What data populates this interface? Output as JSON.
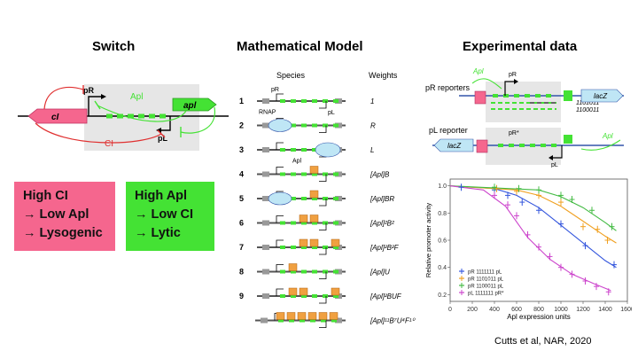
{
  "sections": {
    "switch_title": "Switch",
    "model_title": "Mathematical Model",
    "data_title": "Experimental data"
  },
  "switch_diagram": {
    "gene_ci": "cI",
    "gene_apl": "apl",
    "promoter_pr": "pR",
    "promoter_pl": "pL",
    "label_apl": "Apl",
    "label_ci": "CI"
  },
  "boxes": {
    "high_ci": {
      "lines": [
        "High CI",
        "→ Low Apl",
        "→ Lysogenic"
      ],
      "color": "#f5668e"
    },
    "high_apl": {
      "lines": [
        "High Apl",
        "→ Low CI",
        "→ Lytic"
      ],
      "color": "#44e234"
    }
  },
  "model": {
    "header_species": "Species",
    "header_weights": "Weights",
    "rows": [
      {
        "num": "1",
        "weight": "1",
        "label": "pR",
        "label2": "pL"
      },
      {
        "num": "2",
        "weight": "R",
        "label": "RNAP"
      },
      {
        "num": "3",
        "weight": "L"
      },
      {
        "num": "4",
        "weight": "[Apl]B",
        "label": "Apl"
      },
      {
        "num": "5",
        "weight": "[Apl]BR"
      },
      {
        "num": "6",
        "weight": "[Apl]²B²"
      },
      {
        "num": "7",
        "weight": "[Apl]²B²F"
      },
      {
        "num": "8",
        "weight": "[Apl]U"
      },
      {
        "num": "9",
        "weight": "[Apl]²BUF"
      },
      {
        "num": "",
        "weight": "[Apl]¹¹B⁷U⁴F¹⁰"
      }
    ]
  },
  "reporters": {
    "pr_reporters": "pR reporters",
    "pl_reporter": "pL reporter",
    "apl": "Apl",
    "pr": "pR",
    "pl": "pL",
    "pr_star": "pR*",
    "lacz": "lacZ",
    "seq1": "1101011",
    "seq2": "1100011"
  },
  "chart_data": {
    "type": "line",
    "xlabel": "Apl expression units",
    "ylabel": "Relative promoter activity",
    "xlim": [
      0,
      1600
    ],
    "ylim": [
      0.15,
      1.05
    ],
    "xticks": [
      "0",
      "200",
      "400",
      "600",
      "800",
      "1000",
      "1200",
      "1400",
      "1600"
    ],
    "yticks": [
      "0.2",
      "0.4",
      "0.6",
      "0.8",
      "1.0"
    ],
    "legend_position": "bottom-left",
    "series": [
      {
        "name": "pR 1111111 pL",
        "color": "#3355dd",
        "points": [
          [
            100,
            0.99
          ],
          [
            400,
            0.97
          ],
          [
            520,
            0.93
          ],
          [
            650,
            0.88
          ],
          [
            800,
            0.82
          ],
          [
            1000,
            0.72
          ],
          [
            1220,
            0.56
          ],
          [
            1480,
            0.42
          ]
        ],
        "curve": [
          [
            0,
            1.0
          ],
          [
            400,
            0.98
          ],
          [
            600,
            0.93
          ],
          [
            800,
            0.84
          ],
          [
            1000,
            0.71
          ],
          [
            1200,
            0.58
          ],
          [
            1400,
            0.45
          ],
          [
            1500,
            0.4
          ]
        ]
      },
      {
        "name": "pR 1101011 pL",
        "color": "#f0a020",
        "points": [
          [
            420,
            0.98
          ],
          [
            600,
            0.96
          ],
          [
            800,
            0.93
          ],
          [
            1000,
            0.88
          ],
          [
            1200,
            0.7
          ],
          [
            1330,
            0.68
          ],
          [
            1420,
            0.6
          ]
        ],
        "curve": [
          [
            0,
            1.0
          ],
          [
            600,
            0.97
          ],
          [
            800,
            0.93
          ],
          [
            1000,
            0.85
          ],
          [
            1200,
            0.74
          ],
          [
            1400,
            0.63
          ],
          [
            1500,
            0.58
          ]
        ]
      },
      {
        "name": "pR 1100011 pL",
        "color": "#44bb44",
        "points": [
          [
            400,
            0.99
          ],
          [
            620,
            0.98
          ],
          [
            800,
            0.97
          ],
          [
            1000,
            0.93
          ],
          [
            1100,
            0.9
          ],
          [
            1280,
            0.82
          ],
          [
            1460,
            0.7
          ]
        ],
        "curve": [
          [
            0,
            1.0
          ],
          [
            800,
            0.97
          ],
          [
            1000,
            0.92
          ],
          [
            1200,
            0.84
          ],
          [
            1400,
            0.73
          ],
          [
            1500,
            0.67
          ]
        ]
      },
      {
        "name": "pL 1111111 pR*",
        "color": "#cc44cc",
        "points": [
          [
            400,
            0.93
          ],
          [
            520,
            0.86
          ],
          [
            600,
            0.78
          ],
          [
            700,
            0.64
          ],
          [
            800,
            0.55
          ],
          [
            900,
            0.48
          ],
          [
            1000,
            0.4
          ],
          [
            1100,
            0.35
          ],
          [
            1220,
            0.3
          ],
          [
            1320,
            0.26
          ],
          [
            1430,
            0.22
          ]
        ],
        "curve": [
          [
            0,
            1.0
          ],
          [
            300,
            0.97
          ],
          [
            500,
            0.85
          ],
          [
            700,
            0.62
          ],
          [
            900,
            0.46
          ],
          [
            1100,
            0.35
          ],
          [
            1300,
            0.28
          ],
          [
            1450,
            0.23
          ]
        ]
      }
    ]
  },
  "citation": "Cutts et al, NAR, 2020"
}
